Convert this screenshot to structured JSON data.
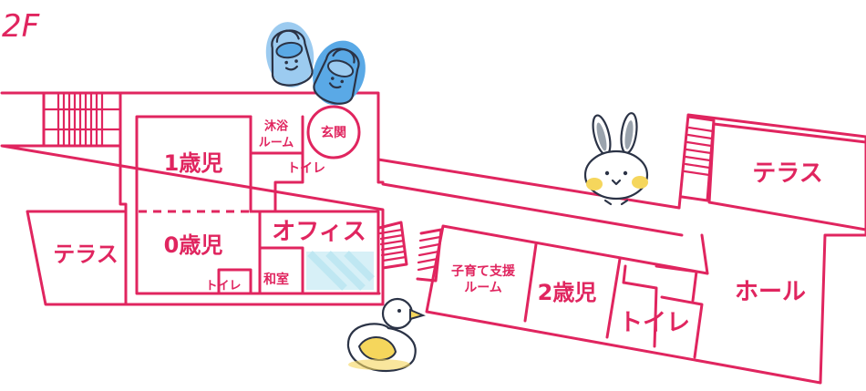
{
  "floor_label": "2F",
  "rooms": {
    "terrace_left": "テラス",
    "age1": "1歳児",
    "age0": "0歳児",
    "bath": [
      "沐浴",
      "ルーム"
    ],
    "toilet_a": "トイレ",
    "toilet_b": "トイレ",
    "entrance": "玄関",
    "office": "オフィス",
    "washitsu": "和室",
    "support": [
      "子育て支援",
      "ルーム"
    ],
    "age2": "2歳児",
    "toilet_c": "トイレ",
    "terrace_right": "テラス",
    "hall": "ホール"
  },
  "colors": {
    "wall": "#e0255f",
    "shoe_blue": "#5aa9e6",
    "duck_yellow": "#f5d65c",
    "glass": "#bfe7f2"
  },
  "icons": [
    "shoes-icon",
    "rabbit-icon",
    "duck-icon"
  ]
}
